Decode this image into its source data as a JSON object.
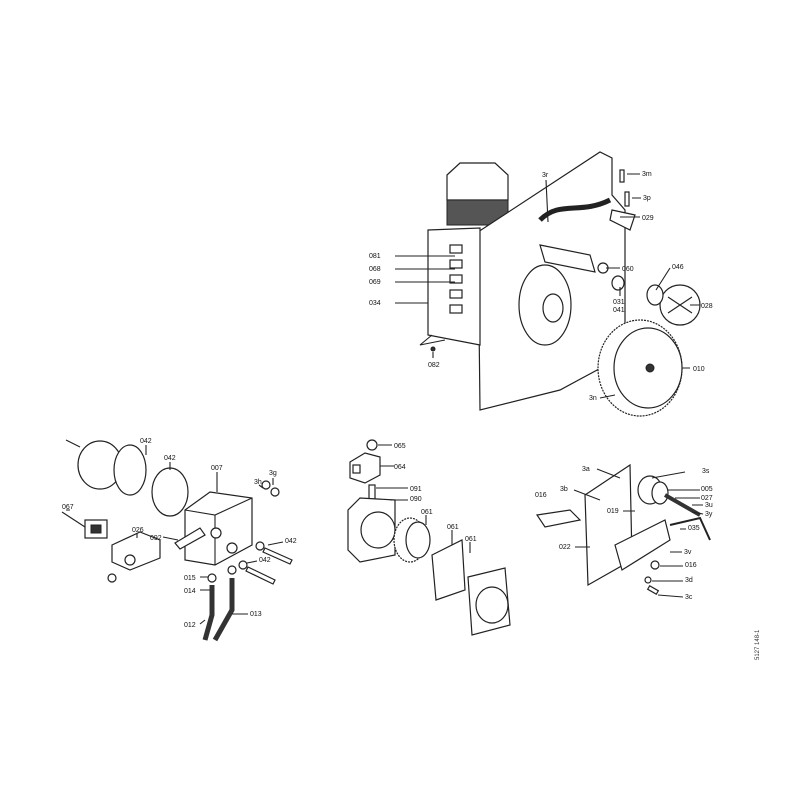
{
  "title": "Exploded parts diagram",
  "drawing_code": "5127 148-1",
  "groups": {
    "housing": {
      "labels": [
        "3r",
        "3m",
        "3p",
        "029",
        "081",
        "068",
        "069",
        "034",
        "060",
        "046",
        "031",
        "041",
        "028",
        "082",
        "010",
        "3n"
      ]
    },
    "pump_block": {
      "labels": [
        "042",
        "042",
        "007",
        "3h",
        "3g",
        "067",
        "026",
        "092",
        "042",
        "042",
        "015",
        "014",
        "012",
        "013"
      ]
    },
    "oil_pump": {
      "labels": [
        "065",
        "064",
        "091",
        "090",
        "061",
        "061",
        "061"
      ]
    },
    "ignition": {
      "labels": [
        "3a",
        "3s",
        "3b",
        "005",
        "016",
        "027",
        "3u",
        "3y",
        "019",
        "035",
        "022",
        "3v",
        "016",
        "3d",
        "3c"
      ]
    }
  }
}
